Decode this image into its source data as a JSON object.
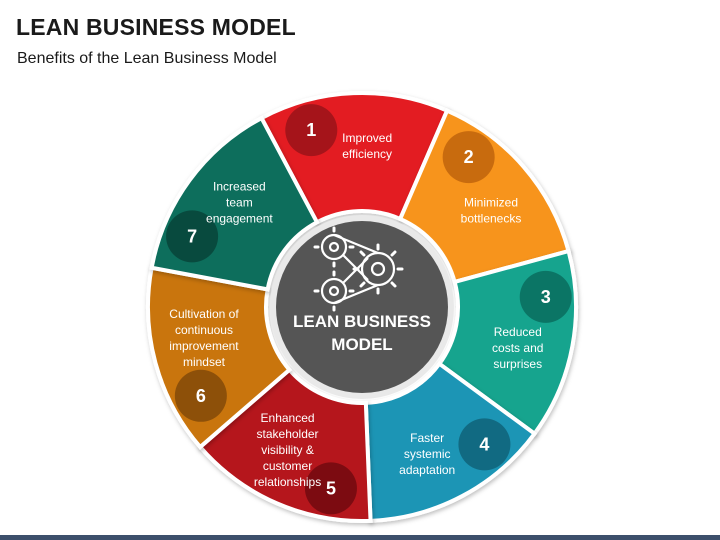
{
  "header": {
    "title": "LEAN BUSINESS MODEL",
    "subtitle": "Benefits of the Lean Business Model"
  },
  "center": {
    "line1": "LEAN BUSINESS",
    "line2": "MODEL",
    "icon": "gears-belt-icon",
    "color": "#555555"
  },
  "segments": [
    {
      "number": "1",
      "lines": [
        "Improved",
        "efficiency"
      ],
      "color": "#e31b23",
      "dark": "#a5141a"
    },
    {
      "number": "2",
      "lines": [
        "Minimized",
        "bottlenecks"
      ],
      "color": "#f7941d",
      "dark": "#c86b0e"
    },
    {
      "number": "3",
      "lines": [
        "Reduced",
        "costs and",
        "surprises"
      ],
      "color": "#12a48e",
      "dark": "#0b7565"
    },
    {
      "number": "4",
      "lines": [
        "Faster",
        "systemic",
        "adaptation"
      ],
      "color": "#1a95b5",
      "dark": "#116a82"
    },
    {
      "number": "5",
      "lines": [
        "Enhanced",
        "stakeholder",
        "visibility &",
        "customer",
        "relationships"
      ],
      "color": "#b5121b",
      "dark": "#7c0b11"
    },
    {
      "number": "6",
      "lines": [
        "Cultivation of",
        "continuous",
        "improvement",
        "mindset"
      ],
      "color": "#c9740b",
      "dark": "#8d5009"
    },
    {
      "number": "7",
      "lines": [
        "Increased",
        "team",
        "engagement"
      ],
      "color": "#0e6e5c",
      "dark": "#084a3e"
    }
  ]
}
